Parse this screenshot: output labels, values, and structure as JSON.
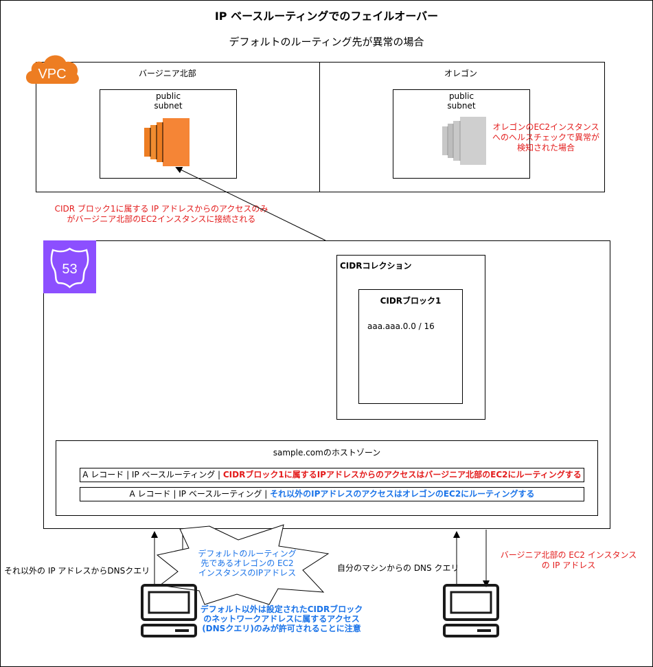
{
  "title": "IP ベースルーティングでのフェイルオーバー",
  "subtitle": "デフォルトのルーティング先が異常の場合",
  "vpc": {
    "label": "VPC",
    "regions": [
      {
        "name": "バージニア北部",
        "subnet": "public\nsubnet"
      },
      {
        "name": "オレゴン",
        "subnet": "public\nsubnet"
      }
    ],
    "oregon_note": "オレゴンのEC2インスタンス\nへのヘルスチェックで異常が\n検知された場合"
  },
  "cidr_access_note": "CIDR ブロック1に属する IP アドレスからのアクセスのみ\nがバージニア北部のEC2インスタンスに接続される",
  "route53": {
    "badge": "53",
    "cidr_collection": {
      "title": "CIDRコレクション",
      "block_title": "CIDRブロック1",
      "block_value": "aaa.aaa.0.0 / 16"
    },
    "hosted_zone": {
      "title": "sample.comのホストゾーン",
      "records": [
        {
          "prefix": "A レコード | IP ベースルーティング | ",
          "rule": "CIDRブロック1に属するIPアドレスからのアクセスはバージニア北部のEC2にルーティングする",
          "color": "#e31b1b"
        },
        {
          "prefix": "A レコード | IP ベースルーティング | ",
          "rule": "それ以外のIPアドレスのアクセスはオレゴンのEC2にルーティングする",
          "color": "#1a73e8"
        }
      ]
    }
  },
  "left_query_label": "それ以外の IP アドレスからDNSクエリ",
  "burst_text": "デフォルトのルーティング\n先であるオレゴンの EC2\nインスタンスのIPアドレス",
  "left_pc_note": "デフォルト以外は設定されたCIDRブロック\nのネットワークアドレスに属するアクセス\n(DNSクエリ)のみが許可されることに注意",
  "right_query_label": "自分のマシンからの DNS クエリ",
  "right_response_note": "バージニア北部の EC2 インスタンス\nの IP アドレス",
  "colors": {
    "red": "#e31b1b",
    "blue": "#1a73e8",
    "ec2_orange": "#ed7d22",
    "route53_purple": "#8c4fff",
    "vpc_orange": "#ed7d22"
  }
}
